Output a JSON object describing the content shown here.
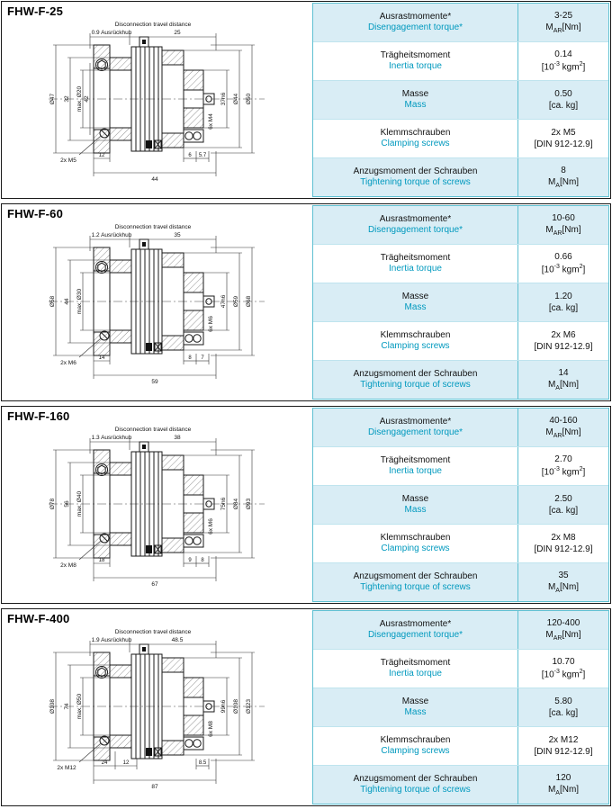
{
  "table": {
    "rows": [
      {
        "de": "Ausrastmomente*",
        "en": "Disengagement torque*",
        "unit": "M<sub>AR</sub>[Nm]"
      },
      {
        "de": "Trägheitsmoment",
        "en": "Inertia torque",
        "unit": "[10<sup>-3</sup> kgm<sup>2</sup>]"
      },
      {
        "de": "Masse",
        "en": "Mass",
        "unit": "[ca. kg]"
      },
      {
        "de": "Klemmschrauben",
        "en": "Clamping screws",
        "unit": "[DIN 912-12.9]"
      },
      {
        "de": "Anzugsmoment der Schrauben",
        "en": "Tightening torque of screws",
        "unit": "M<sub>A</sub>[Nm]"
      }
    ]
  },
  "sections": [
    {
      "model": "FHW-F-25",
      "values": [
        "3-25",
        "0.14",
        "0.50",
        "2x M5",
        "8"
      ],
      "drawing": {
        "travel_title": "Disconnection travel distance",
        "travel": "0.9 Ausrückhub",
        "top_width": "25",
        "left_dia": "Ø47",
        "left_height": "32",
        "max_bore": "max. Ø20",
        "extra_dim": "42",
        "hub_dia": "37h6",
        "screws": "6x M4",
        "dia_mid": "Ø44",
        "dia_outer": "Ø50",
        "clamp_screws": "2x M5",
        "bottom_1": "12",
        "bottom_2": "6",
        "bottom_3": "5.7",
        "bottom_total": "44"
      }
    },
    {
      "model": "FHW-F-60",
      "values": [
        "10-60",
        "0.66",
        "1.20",
        "2x M6",
        "14"
      ],
      "drawing": {
        "travel_title": "Disconnection travel distance",
        "travel": "1.2 Ausrückhub",
        "top_width": "35",
        "left_dia": "Ø58",
        "left_height": "44",
        "max_bore": "max. Ø30",
        "hub_dia": "47h6",
        "screws": "6x M6",
        "dia_mid": "Ø59",
        "dia_outer": "Ø68",
        "clamp_screws": "2x M6",
        "bottom_1": "14",
        "bottom_2": "8",
        "bottom_3": "7",
        "bottom_total": "59"
      }
    },
    {
      "model": "FHW-F-160",
      "values": [
        "40-160",
        "2.70",
        "2.50",
        "2x M8",
        "35"
      ],
      "drawing": {
        "travel_title": "Disconnection travel distance",
        "travel": "1.3 Ausrückhub",
        "top_width": "38",
        "left_dia": "Ø78",
        "left_height": "56",
        "max_bore": "max. Ø40",
        "hub_dia": "75h6",
        "screws": "6x M6",
        "dia_mid": "Ø84",
        "dia_outer": "Ø93",
        "clamp_screws": "2x M8",
        "bottom_1": "18",
        "bottom_2": "9",
        "bottom_3": "8",
        "bottom_total": "67"
      }
    },
    {
      "model": "FHW-F-400",
      "values": [
        "120-400",
        "10.70",
        "5.80",
        "2x M12",
        "120"
      ],
      "drawing": {
        "travel_title": "Disconnection travel distance",
        "travel": "1.9 Ausrückhub",
        "top_width": "48.5",
        "left_dia": "Ø108",
        "left_height": "74",
        "max_bore": "max. Ø50",
        "hub_dia": "99h6",
        "screws": "6x M8",
        "dia_mid": "Ø108",
        "dia_outer": "Ø123",
        "clamp_screws": "2x M12",
        "bottom_1": "24",
        "bottom_2": "12",
        "bottom_3": "8.5",
        "bottom_total": "87"
      }
    }
  ]
}
